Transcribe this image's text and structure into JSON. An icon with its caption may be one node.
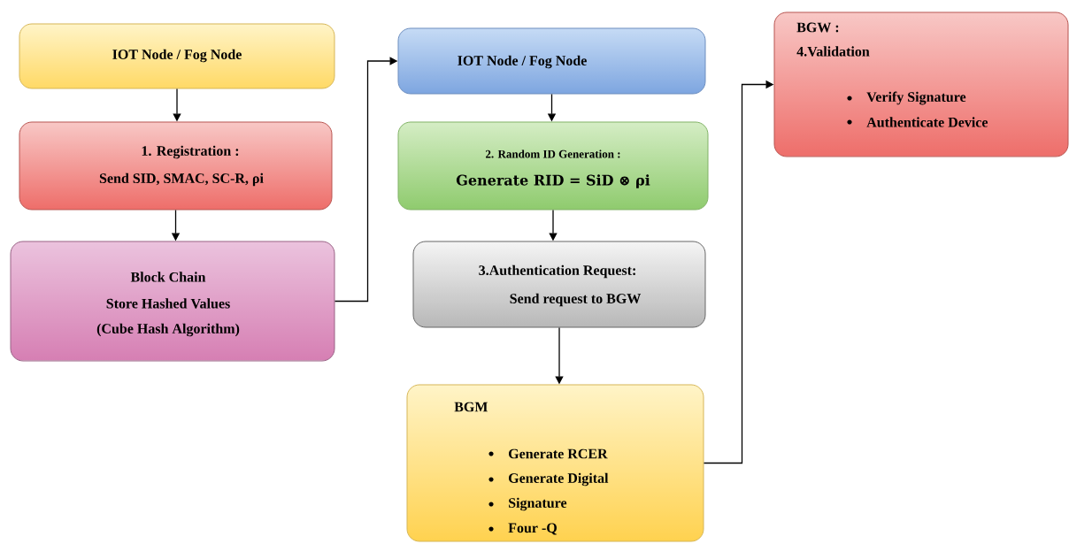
{
  "diagram": {
    "nodes": [
      {
        "text": [
          "IOT Node / Fog Node"
        ]
      },
      {
        "text": [
          "1. Registration :",
          "Send SID, SMAC, SC-R, ρi"
        ]
      },
      {
        "text": [
          "Block Chain",
          "Store Hashed Values",
          "(Cube Hash Algorithm)"
        ]
      },
      {
        "text": [
          "IOT Node / Fog Node"
        ]
      },
      {
        "text": [
          "2. Random ID Generation :",
          "Generate RID = SiD ⊗ ρi"
        ]
      },
      {
        "text": [
          "3.Authentication Request:",
          "Send request to BGW"
        ]
      },
      {
        "text": [
          "BGM",
          "Generate RCER",
          "Generate Digital",
          "Signature",
          "Four -Q"
        ]
      },
      {
        "text": [
          "BGW :",
          "4.Validation",
          "Verify Signature",
          "Authenticate Device"
        ]
      }
    ],
    "edges": [
      {
        "from": 0,
        "to": 1,
        "arrow": "to"
      },
      {
        "from": 1,
        "to": 2,
        "arrow": "to"
      },
      {
        "from": 2,
        "to": 3,
        "arrow": "to"
      },
      {
        "from": 3,
        "to": 4,
        "arrow": "to"
      },
      {
        "from": 4,
        "to": 5,
        "arrow": "to"
      },
      {
        "from": 5,
        "to": 6,
        "arrow": "to"
      },
      {
        "from": 6,
        "to": 7,
        "arrow": "to"
      }
    ]
  }
}
